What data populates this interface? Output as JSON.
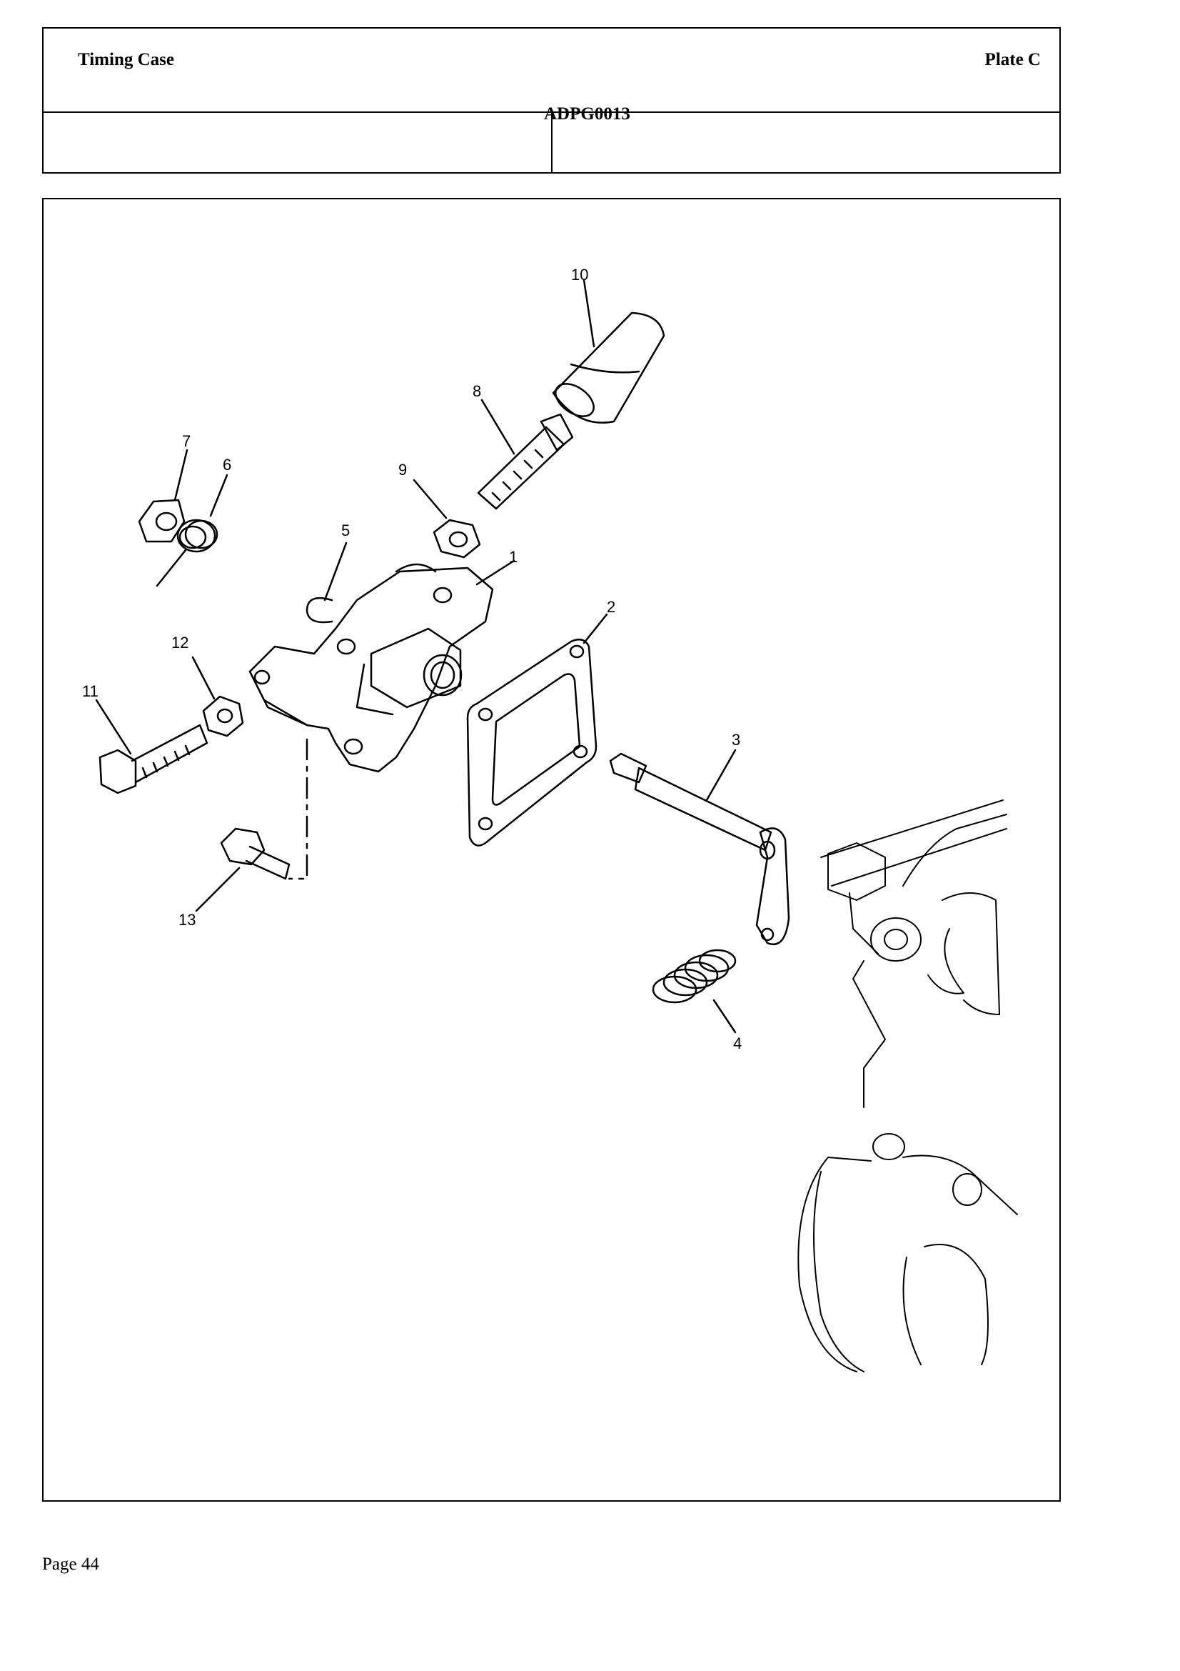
{
  "header": {
    "title": "Timing Case",
    "plate": "Plate C",
    "code": "ADPG0013"
  },
  "figure": {
    "callouts": [
      "1",
      "2",
      "3",
      "4",
      "5",
      "6",
      "7",
      "8",
      "9",
      "10",
      "11",
      "12",
      "13"
    ]
  },
  "footer": {
    "page": "Page 44"
  }
}
